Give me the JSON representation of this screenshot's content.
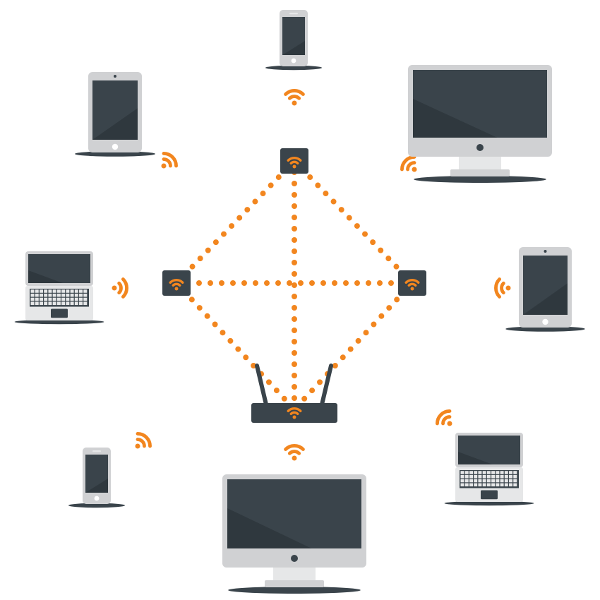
{
  "colors": {
    "accent": "#F2861F",
    "screen_dark": "#3A444B",
    "screen_shine": "#2F383E",
    "device_body": "#D0D1D3",
    "device_light": "#E6E7E8",
    "shadow": "#3A444B",
    "keyboard": "#3A444B",
    "white": "#FFFFFF"
  },
  "network": {
    "router": {
      "name": "router",
      "icon": "wifi-router-icon"
    },
    "access_points": [
      {
        "name": "access-point-top",
        "icon": "wifi-icon"
      },
      {
        "name": "access-point-left",
        "icon": "wifi-icon"
      },
      {
        "name": "access-point-right",
        "icon": "wifi-icon"
      }
    ],
    "links": [
      {
        "name": "link-top-left"
      },
      {
        "name": "link-top-right"
      },
      {
        "name": "link-top-router"
      },
      {
        "name": "link-left-right"
      },
      {
        "name": "link-left-router"
      },
      {
        "name": "link-right-router"
      }
    ]
  },
  "devices": [
    {
      "name": "phone-top",
      "type": "phone"
    },
    {
      "name": "tablet-top-left",
      "type": "tablet"
    },
    {
      "name": "monitor-top-right",
      "type": "monitor"
    },
    {
      "name": "laptop-left",
      "type": "laptop"
    },
    {
      "name": "tablet-right",
      "type": "tablet"
    },
    {
      "name": "phone-bottom-left",
      "type": "phone"
    },
    {
      "name": "monitor-bottom",
      "type": "monitor"
    },
    {
      "name": "laptop-bottom-right",
      "type": "laptop"
    }
  ],
  "signals": [
    {
      "name": "signal-phone-top",
      "icon": "wifi-signal-icon"
    },
    {
      "name": "signal-tablet-top-left",
      "icon": "wifi-signal-icon"
    },
    {
      "name": "signal-monitor-top-right",
      "icon": "wifi-signal-icon"
    },
    {
      "name": "signal-laptop-left",
      "icon": "wifi-signal-icon"
    },
    {
      "name": "signal-tablet-right",
      "icon": "wifi-signal-icon"
    },
    {
      "name": "signal-phone-bottom-left",
      "icon": "wifi-signal-icon"
    },
    {
      "name": "signal-monitor-bottom",
      "icon": "wifi-signal-icon"
    },
    {
      "name": "signal-laptop-bottom-right",
      "icon": "wifi-signal-icon"
    }
  ]
}
